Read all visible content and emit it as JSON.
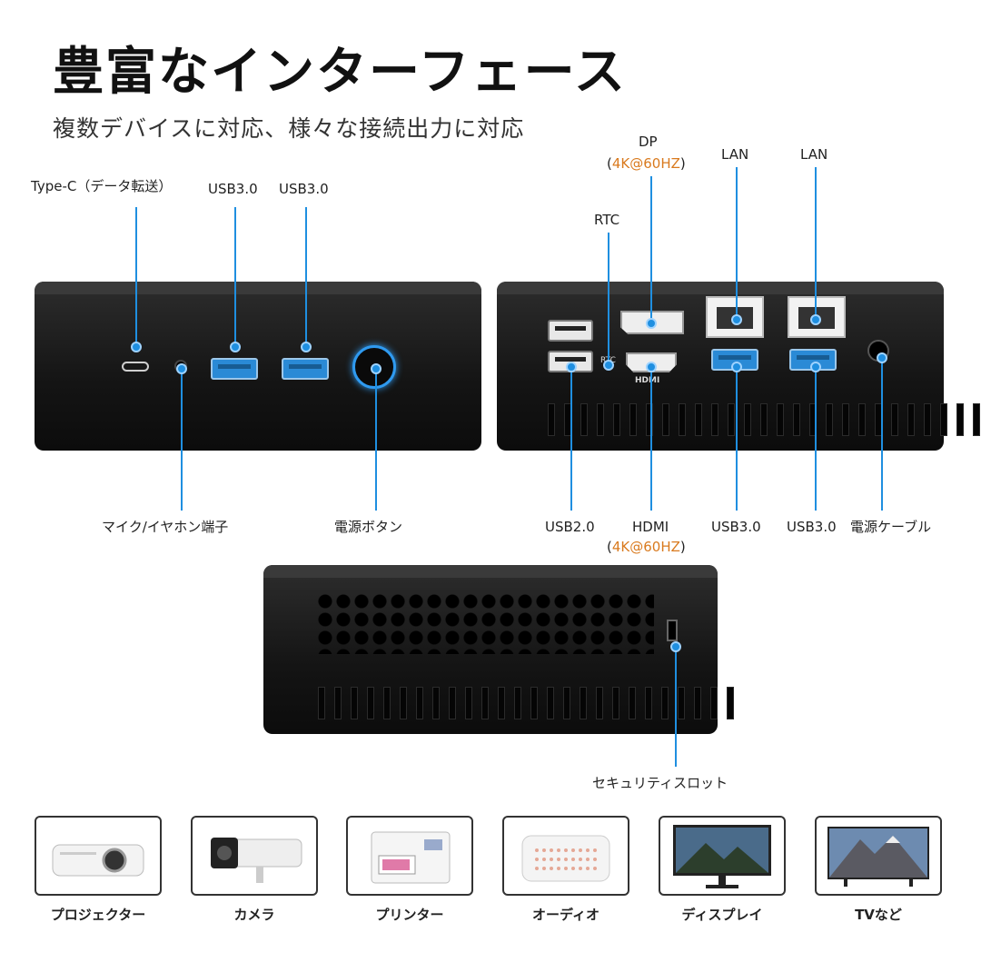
{
  "header": {
    "title": "豊富なインターフェース",
    "subtitle": "複数デバイスに対応、様々な接続出力に対応"
  },
  "front_labels": {
    "typec": "Type-C（データ転送）",
    "usb_a": "USB3.0",
    "usb_b": "USB3.0",
    "mic": "マイク/イヤホン端子",
    "power_button": "電源ボタン"
  },
  "back_labels": {
    "dp": "DP",
    "dp_res": "4K@60HZ",
    "lan_1": "LAN",
    "lan_2": "LAN",
    "rtc": "RTC",
    "usb20": "USB2.0",
    "hdmi": "HDMI",
    "hdmi_res": "4K@60HZ",
    "usb30_a": "USB3.0",
    "usb30_b": "USB3.0",
    "power_cable": "電源ケーブル",
    "port_rtc": "RTC",
    "port_hdmi": "HDMI"
  },
  "side_labels": {
    "security_slot": "セキュリティスロット"
  },
  "devices": [
    {
      "label": "プロジェクター",
      "icon": "projector-icon"
    },
    {
      "label": "カメラ",
      "icon": "camera-icon"
    },
    {
      "label": "プリンター",
      "icon": "printer-icon"
    },
    {
      "label": "オーディオ",
      "icon": "speaker-icon"
    },
    {
      "label": "ディスプレイ",
      "icon": "monitor-icon"
    },
    {
      "label": "TVなど",
      "icon": "tv-icon"
    }
  ],
  "colors": {
    "accent_blue": "#1f8fe0",
    "highlight_orange": "#d97a1e",
    "device_body": "#141414"
  }
}
